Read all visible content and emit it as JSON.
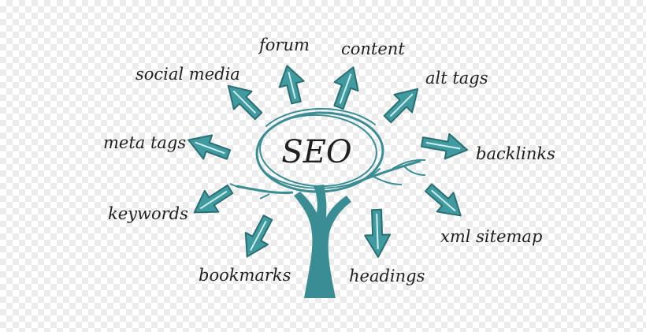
{
  "center": {
    "label": "SEO"
  },
  "branches": [
    {
      "id": "forum",
      "label": "forum"
    },
    {
      "id": "content",
      "label": "content"
    },
    {
      "id": "social-media",
      "label": "social media"
    },
    {
      "id": "alt-tags",
      "label": "alt tags"
    },
    {
      "id": "meta-tags",
      "label": "meta tags"
    },
    {
      "id": "backlinks",
      "label": "backlinks"
    },
    {
      "id": "keywords",
      "label": "keywords"
    },
    {
      "id": "xml-sitemap",
      "label": "xml sitemap"
    },
    {
      "id": "bookmarks",
      "label": "bookmarks"
    },
    {
      "id": "headings",
      "label": "headings"
    }
  ],
  "colors": {
    "arrow_fill": "#3f9ba0",
    "arrow_stroke": "#2b6f73",
    "trunk": "#3a8e93",
    "text": "#1f1f1f"
  }
}
